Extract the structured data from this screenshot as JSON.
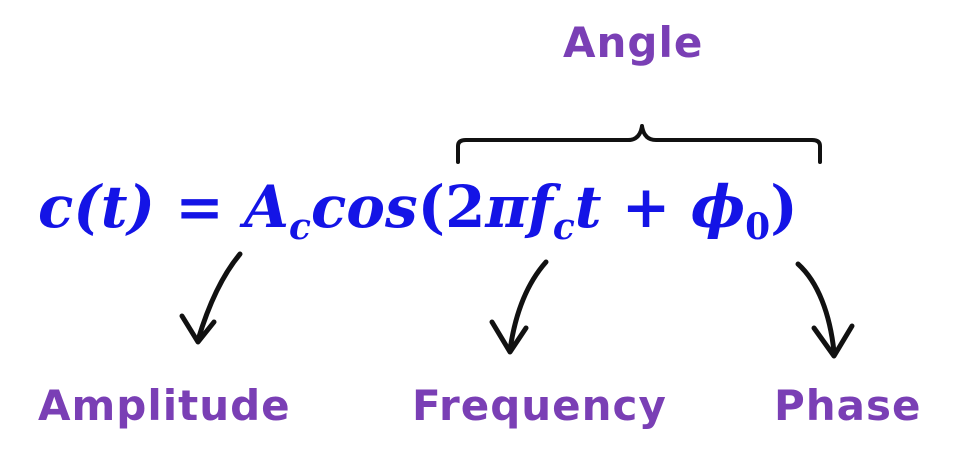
{
  "labels": {
    "angle": "Angle",
    "amplitude": "Amplitude",
    "frequency": "Frequency",
    "phase": "Phase"
  },
  "equation": {
    "lhs": "c(t)",
    "equals": "=",
    "amp_symbol": "A",
    "amp_sub": "c",
    "func": "cos",
    "open_paren": "(",
    "coef": "2",
    "pi": "π",
    "freq_symbol": "f",
    "freq_sub": "c",
    "time": "t",
    "plus": "+",
    "phase_symbol": "ϕ",
    "phase_sub": "0",
    "close_paren": ")"
  },
  "colors": {
    "equation": "#1414e6",
    "labels": "#7a3fb5",
    "strokes": "#111111"
  }
}
